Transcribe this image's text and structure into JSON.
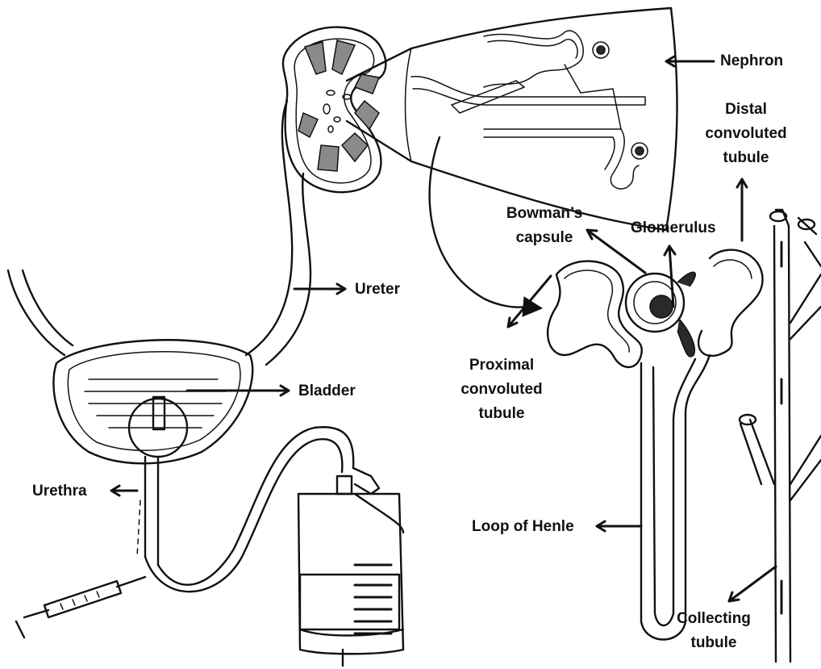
{
  "labels": {
    "nephron": "Nephron",
    "distal_line1": "Distal",
    "distal_line2": "convoluted",
    "distal_line3": "tubule",
    "bowmans_line1": "Bowman’s",
    "bowmans_line2": "capsule",
    "glomerulus": "Glomerulus",
    "ureter": "Ureter",
    "bladder": "Bladder",
    "proximal_line1": "Proximal",
    "proximal_line2": "convoluted",
    "proximal_line3": "tubule",
    "urethra": "Urethra",
    "loop_of_henle": "Loop of Henle",
    "collecting_line1": "Collecting",
    "collecting_line2": "tubule"
  },
  "colors": {
    "ink": "#111111",
    "background": "#ffffff",
    "shading": "#8a8a8a"
  }
}
